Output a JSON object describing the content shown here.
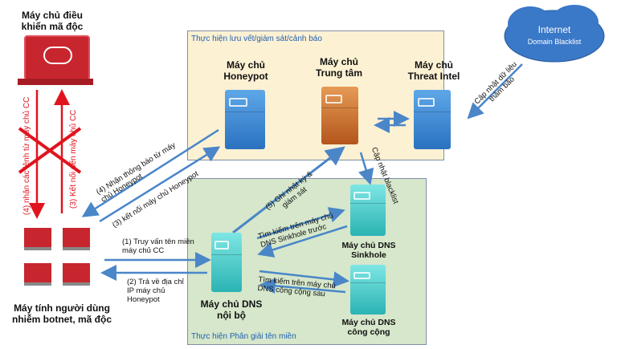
{
  "zones": {
    "monitor": "Thực hiện lưu vết/giám sát/cảnh báo",
    "dns": "Thực hiện Phân giải tên miền"
  },
  "internet": {
    "title": "Internet",
    "subtitle": "Domain Blacklist"
  },
  "cc_server": "Máy chủ điều khiển mã độc",
  "victims": "Máy tính người dùng nhiễm botnet, mã độc",
  "servers": {
    "honeypot": "Máy chủ Honeypot",
    "central": "Máy chủ Trung tâm",
    "threat": "Máy chủ Threat Intel",
    "local_dns": "Máy chủ DNS nội bộ",
    "sinkhole": "Máy chủ DNS Sinkhole",
    "public_dns": "Máy chủ DNS công cộng"
  },
  "edges": {
    "cc_recv": "(4) nhận các lệnh từ máy chủ CC",
    "cc_connect": "(3) Kết nối đến máy chủ CC",
    "hp_notify": "(4) Nhận thông báo từ máy chủ Honeypot",
    "hp_connect": "(3) kết nối  máy chủ Honeypot",
    "query": "(1) Truy vấn tên miền máy chủ CC",
    "reply": "(2) Trả về địa chỉ IP máy chủ Honeypot",
    "log": "(5) Ghi nhật ký & giám sát",
    "update_bl": "Cập nhật blacklist",
    "update_ti": "Cập nhật dữ liệu thảm bảo",
    "search_sink": "Tìm kiếm trên máy chủ DNS Sinkhole trước",
    "search_pub": "Tìm kiếm trên máy chủ DNS công cộng sau"
  }
}
